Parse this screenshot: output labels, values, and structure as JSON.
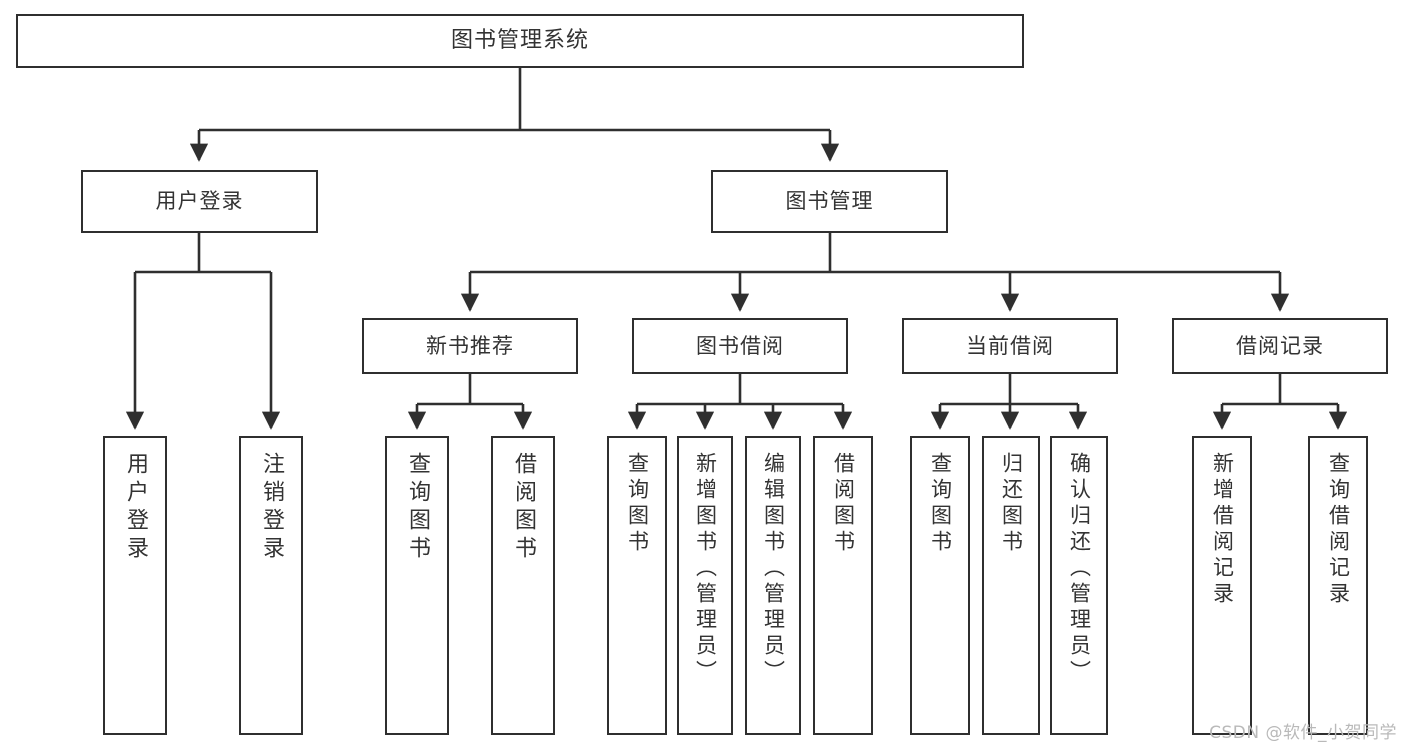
{
  "diagram": {
    "title": "图书管理系统",
    "root": {
      "label": "图书管理系统"
    },
    "level1": [
      {
        "label": "用户登录"
      },
      {
        "label": "图书管理"
      }
    ],
    "level2": [
      {
        "label": "新书推荐"
      },
      {
        "label": "图书借阅"
      },
      {
        "label": "当前借阅"
      },
      {
        "label": "借阅记录"
      }
    ],
    "leaves": {
      "user_login": [
        {
          "label": "用户登录"
        },
        {
          "label": "注销登录"
        }
      ],
      "new_book_recommend": [
        {
          "label": "查询图书"
        },
        {
          "label": "借阅图书"
        }
      ],
      "book_borrow": [
        {
          "label": "查询图书"
        },
        {
          "label": "新增图书（管理员）"
        },
        {
          "label": "编辑图书（管理员）"
        },
        {
          "label": "借阅图书"
        }
      ],
      "current_borrow": [
        {
          "label": "查询图书"
        },
        {
          "label": "归还图书"
        },
        {
          "label": "确认归还（管理员）"
        }
      ],
      "borrow_record": [
        {
          "label": "新增借阅记录"
        },
        {
          "label": "查询借阅记录"
        }
      ]
    }
  },
  "watermark": {
    "text": "CSDN @软件_小贺同学"
  },
  "colors": {
    "border": "#2f2f2f",
    "text": "#333333",
    "background": "#ffffff",
    "watermark": "#b9b9b9"
  }
}
